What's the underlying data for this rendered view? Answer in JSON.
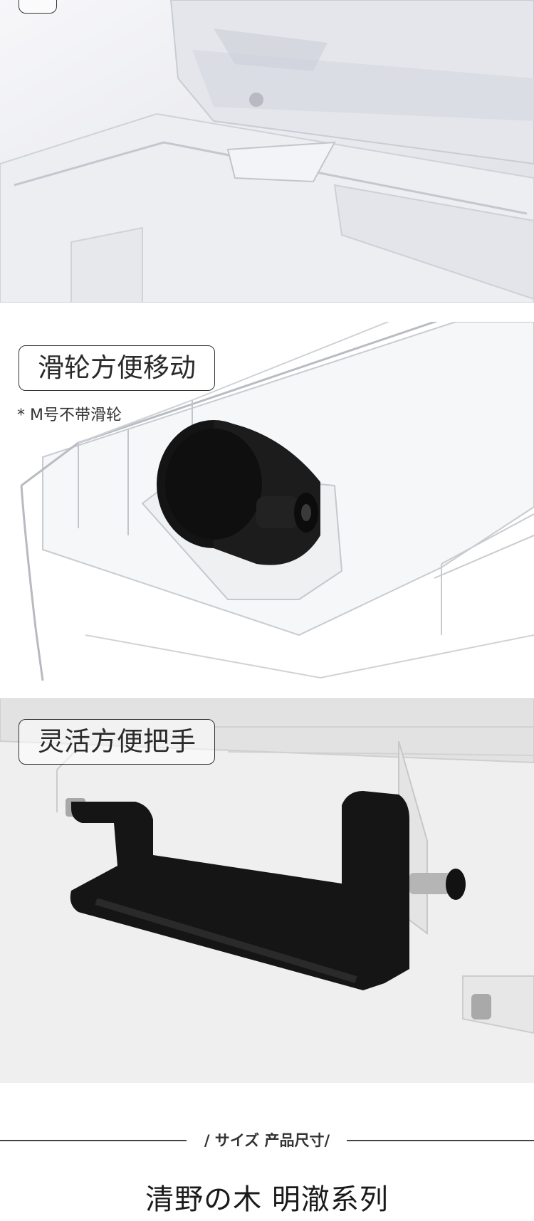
{
  "features": [
    {
      "label": ""
    },
    {
      "label": "滑轮方便移动",
      "note": "* M号不带滑轮"
    },
    {
      "label": "灵活方便把手"
    }
  ],
  "size_section": {
    "title": "/ サイズ  产品尺寸/"
  },
  "series_title": "清野の木 明澈系列",
  "colors": {
    "accent_black": "#141414",
    "label_border": "#333333",
    "plastic_tint": "#e6e8ee"
  }
}
